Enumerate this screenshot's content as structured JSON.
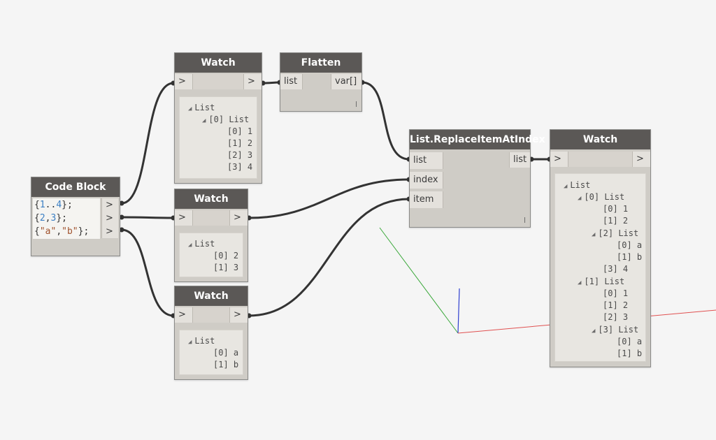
{
  "colors": {
    "canvas": "#f5f5f5",
    "node_header": "#5b5856",
    "node_body": "#cfccc6",
    "wire": "#333333",
    "axis_x": "#e05050",
    "axis_y": "#3aa83a",
    "axis_z": "#2f3fd0"
  },
  "code_block": {
    "title": "Code Block",
    "lines": [
      {
        "open": "{",
        "a": "1",
        "sep": "..",
        "b": "4",
        "close": "};"
      },
      {
        "open": "{",
        "a": "2",
        "sep": ",",
        "b": "3",
        "close": "};"
      },
      {
        "open": "{",
        "a": "\"a\"",
        "sep": ",",
        "b": "\"b\"",
        "close": "};"
      }
    ],
    "outputs": [
      ">",
      ">",
      ">"
    ]
  },
  "watch1": {
    "title": "Watch",
    "in": ">",
    "out": ">",
    "tree": [
      "List",
      "[0] List",
      "[0] 1",
      "[1] 2",
      "[2] 3",
      "[3] 4"
    ]
  },
  "watch2": {
    "title": "Watch",
    "in": ">",
    "out": ">",
    "tree": [
      "List",
      "[0] 2",
      "[1] 3"
    ]
  },
  "watch3": {
    "title": "Watch",
    "in": ">",
    "out": ">",
    "tree": [
      "List",
      "[0] a",
      "[1] b"
    ]
  },
  "flatten": {
    "title": "Flatten",
    "in": "list",
    "out": "var[]",
    "lacing": "l"
  },
  "replace": {
    "title": "List.ReplaceItemAtIndex",
    "inputs": [
      "list",
      "index",
      "item"
    ],
    "out": "list",
    "lacing": "l"
  },
  "watch4": {
    "title": "Watch",
    "in": ">",
    "out": ">",
    "tree": [
      "List",
      "[0] List",
      "[0] 1",
      "[1] 2",
      "[2] List",
      "[0] a",
      "[1] b",
      "[3] 4",
      "[1] List",
      "[0] 1",
      "[1] 2",
      "[2] 3",
      "[3] List",
      "[0] a",
      "[1] b"
    ]
  }
}
